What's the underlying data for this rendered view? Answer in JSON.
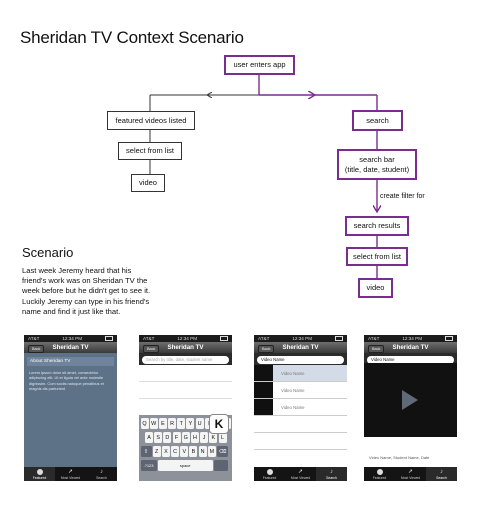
{
  "title": "Sheridan TV Context Scenario",
  "flow": {
    "nodes": {
      "enter": "user enters app",
      "featured": "featured videos listed",
      "select_left": "select from list",
      "video_left": "video",
      "search": "search",
      "search_bar_line1": "search bar",
      "search_bar_line2": "(title, date, student)",
      "results": "search results",
      "select_right": "select from list",
      "video_right": "video"
    },
    "edge_label": "create filter for",
    "colors": {
      "accent": "#7a2d8f",
      "neutral": "#333333"
    }
  },
  "scenario": {
    "heading": "Scenario",
    "text": "Last week Jeremy heard that his friend's work was on Sheridan TV the week before but he didn't get to see it.  Luckily Jeremy can type in his friend's name and find it just like that."
  },
  "phones": {
    "status": {
      "carrier": "AT&T",
      "time": "12:34 PM"
    },
    "back": "Back",
    "app_title": "Sheridan TV",
    "about": {
      "heading": "About Sheridan TV",
      "body": "Lorem ipsum dolor sit amet, consectetur adipiscing elit. Ut et ligula vel ante molestie dignissim. Cum sociis natoque penatibus et magnis dis parturient"
    },
    "search_placeholder": "Search by title, date, student name",
    "keyboard": {
      "row1": [
        "Q",
        "W",
        "E",
        "R",
        "T",
        "Y",
        "U",
        "I",
        "O",
        "P"
      ],
      "row2": [
        "A",
        "S",
        "D",
        "F",
        "G",
        "H",
        "J",
        "K",
        "L"
      ],
      "row3": [
        "Z",
        "X",
        "C",
        "V",
        "B",
        "N",
        "M"
      ],
      "numbers": ".?123",
      "space": "space",
      "popup": "K"
    },
    "results_query": "Video Name",
    "result_rows": [
      "Video Name",
      "Video Name",
      "Video Name"
    ],
    "video_caption": "Video Name, Student Name, Date",
    "tabs": [
      "Featured",
      "Most Viewed",
      "Search"
    ],
    "tab_last_alt": "Search"
  }
}
